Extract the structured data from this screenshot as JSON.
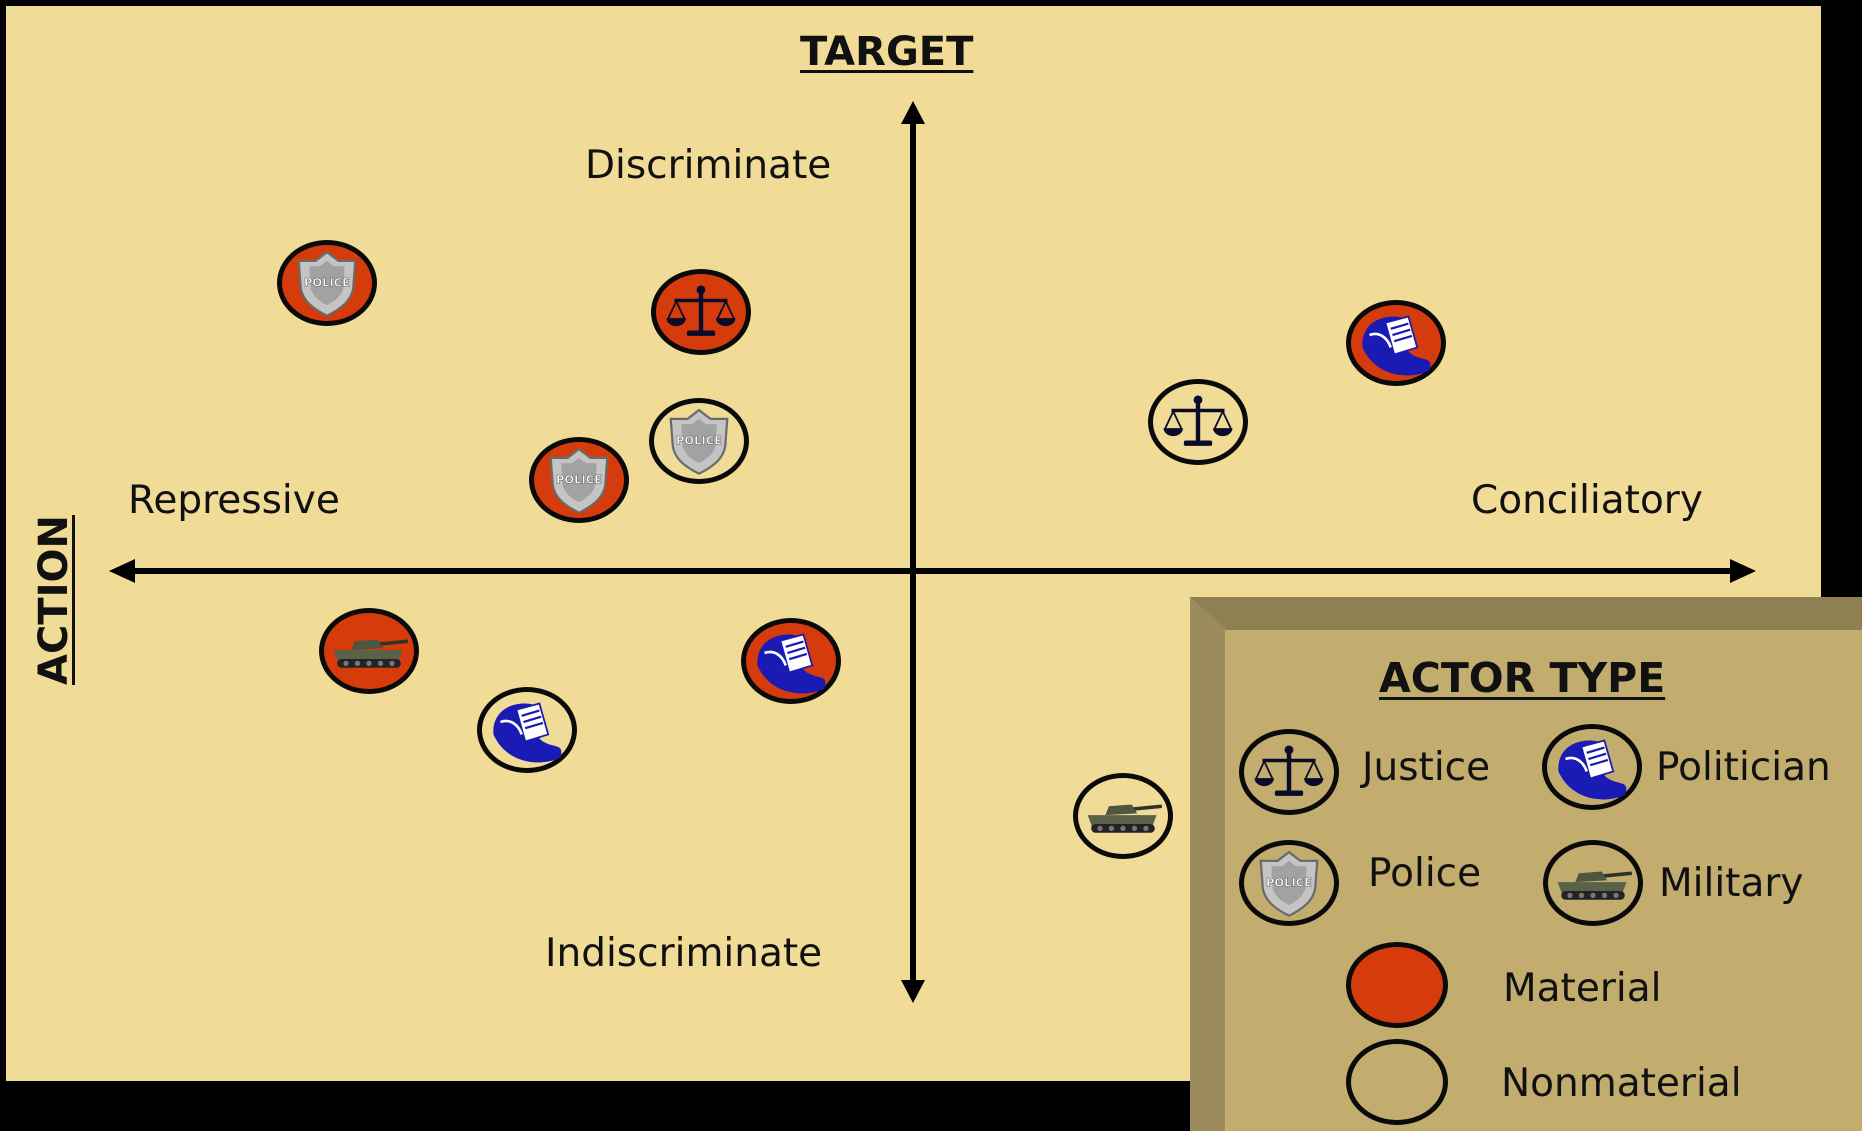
{
  "diagram": {
    "target_title": "TARGET",
    "action_title": "ACTION",
    "labels": {
      "discriminate": "Discriminate",
      "indiscriminate": "Indiscriminate",
      "repressive": "Repressive",
      "conciliatory": "Conciliatory"
    },
    "markers": [
      {
        "actor": "police",
        "type": "material"
      },
      {
        "actor": "justice",
        "type": "material"
      },
      {
        "actor": "police",
        "type": "nonmaterial"
      },
      {
        "actor": "police",
        "type": "material"
      },
      {
        "actor": "politician",
        "type": "material"
      },
      {
        "actor": "justice",
        "type": "nonmaterial"
      },
      {
        "actor": "military",
        "type": "material"
      },
      {
        "actor": "politician",
        "type": "material"
      },
      {
        "actor": "politician",
        "type": "nonmaterial"
      },
      {
        "actor": "military",
        "type": "nonmaterial"
      }
    ]
  },
  "legend": {
    "title": "ACTOR TYPE",
    "justice": "Justice",
    "politician": "Politician",
    "police": "Police",
    "military": "Military",
    "material": "Material",
    "nonmaterial": "Nonmaterial"
  },
  "colors": {
    "background": "#f0dc96",
    "material": "#d63c0b",
    "nonmaterial": "#f0dc96",
    "legend_panel": "#c2ad6e",
    "politician_blue": "#1a1ab4"
  },
  "icons": {
    "justice": "scales-icon",
    "politician": "politician-document-icon",
    "police": "police-badge-icon",
    "military": "tank-icon"
  }
}
